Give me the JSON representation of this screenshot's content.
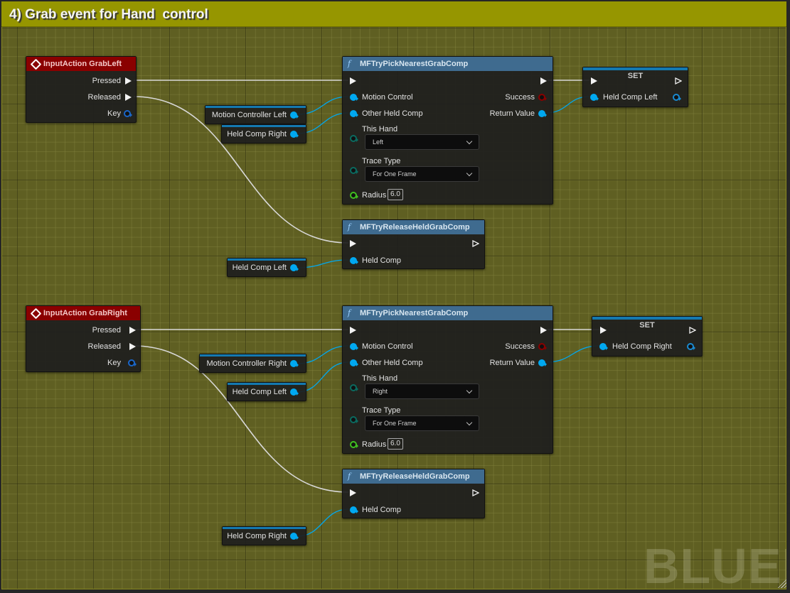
{
  "comment": {
    "title": "4) Grab event for Hand  control"
  },
  "watermark": "BLUEPRINT",
  "events": [
    {
      "title": "InputAction GrabLeft",
      "pins": [
        "Pressed",
        "Released",
        "Key"
      ]
    },
    {
      "title": "InputAction GrabRight",
      "pins": [
        "Pressed",
        "Released",
        "Key"
      ]
    }
  ],
  "pick_nodes": [
    {
      "title": "MFTryPickNearestGrabComp",
      "icon": "function-icon",
      "inputs": [
        "Motion Control",
        "Other Held Comp"
      ],
      "outputs": [
        "Success",
        "Return Value"
      ],
      "this_hand_label": "This Hand",
      "this_hand_value": "Left",
      "trace_type_label": "Trace Type",
      "trace_type_value": "For One Frame",
      "radius_label": "Radius",
      "radius_value": "6.0"
    },
    {
      "title": "MFTryPickNearestGrabComp",
      "icon": "function-icon",
      "inputs": [
        "Motion Control",
        "Other Held Comp"
      ],
      "outputs": [
        "Success",
        "Return Value"
      ],
      "this_hand_label": "This Hand",
      "this_hand_value": "Right",
      "trace_type_label": "Trace Type",
      "trace_type_value": "For One Frame",
      "radius_label": "Radius",
      "radius_value": "6.0"
    }
  ],
  "release_nodes": [
    {
      "title": "MFTryReleaseHeldGrabComp",
      "input": "Held Comp"
    },
    {
      "title": "MFTryReleaseHeldGrabComp",
      "input": "Held Comp"
    }
  ],
  "set_nodes": [
    {
      "title": "SET",
      "pin": "Held Comp Left"
    },
    {
      "title": "SET",
      "pin": "Held Comp Right"
    }
  ],
  "variables": [
    {
      "label": "Motion Controller Left"
    },
    {
      "label": "Held Comp Right"
    },
    {
      "label": "Held Comp Left"
    },
    {
      "label": "Motion Controller Right"
    },
    {
      "label": "Held Comp Left"
    },
    {
      "label": "Held Comp Right"
    }
  ],
  "colors": {
    "comment_header": "#969600",
    "event_header": "#8a0000",
    "function_header": "#3f6b8f",
    "object_pin": "#00a8f0",
    "bool_pin": "#8a0000",
    "float_pin": "#40c020",
    "enum_pin": "#0a6b60",
    "exec_wire": "#d8d8d8"
  }
}
